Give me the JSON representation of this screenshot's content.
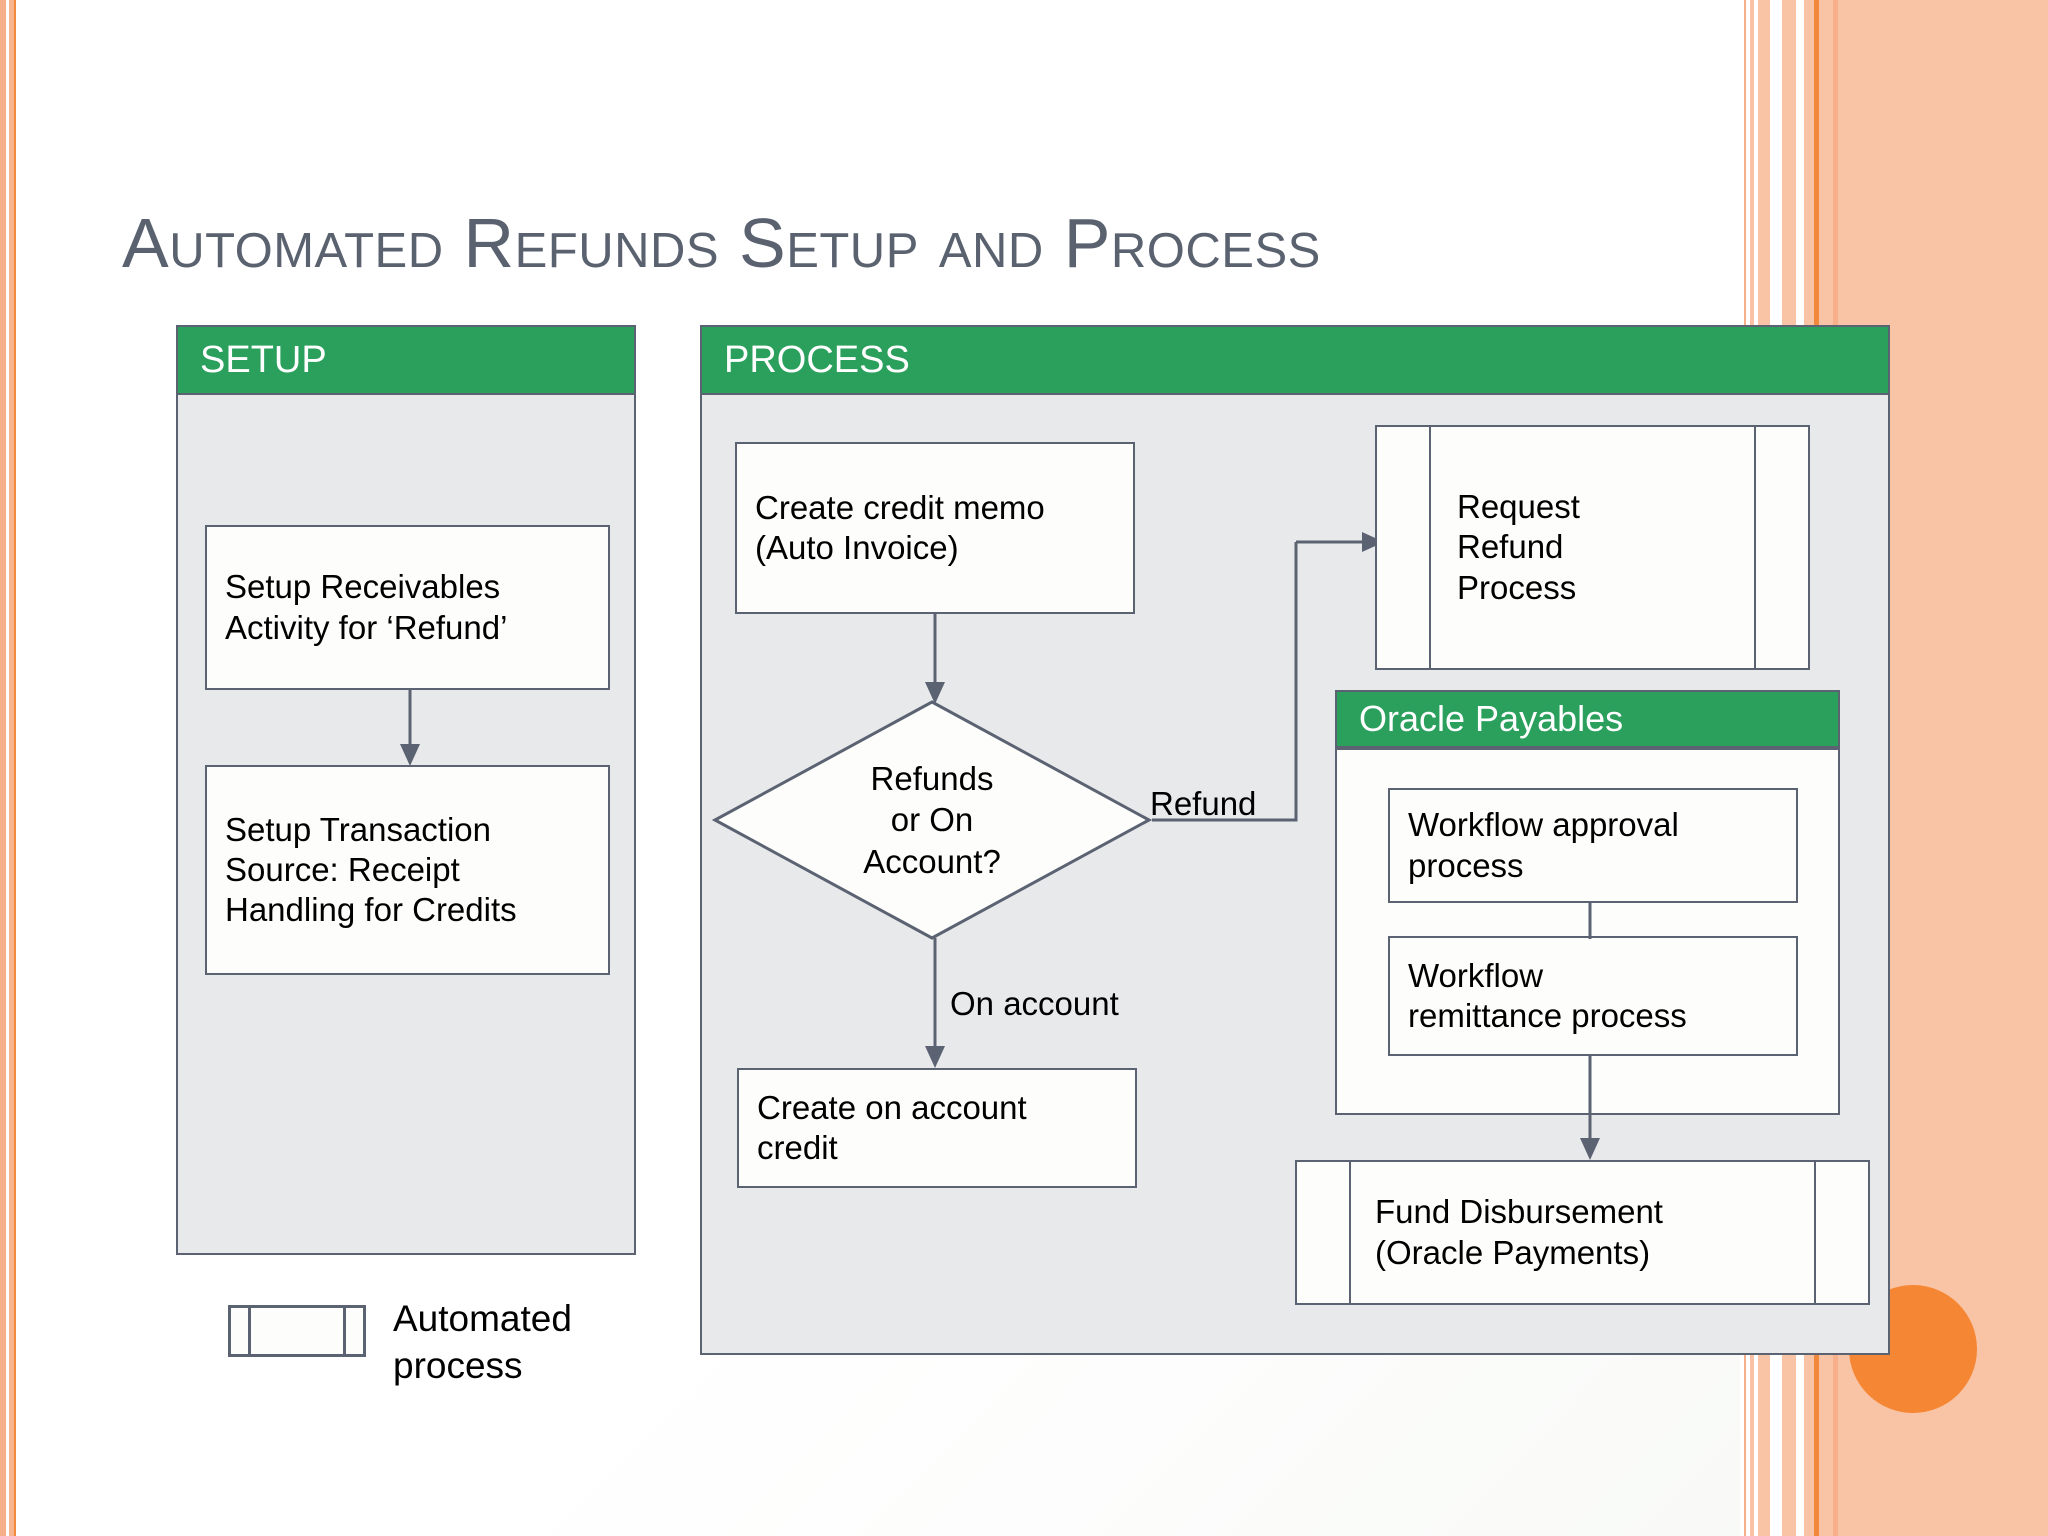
{
  "title": "Automated Refunds Setup and Process",
  "theme": {
    "header_green": "#2ba05d",
    "panel_gray": "#e8e9eb",
    "outline": "#5b6373",
    "title_color": "#5a6270",
    "accent_orange": "#f58634"
  },
  "setup_panel": {
    "header": "SETUP",
    "boxes": [
      {
        "name": "setup-receivables-activity",
        "text": "Setup Receivables\nActivity for ‘Refund’"
      },
      {
        "name": "setup-transaction-source",
        "text": "Setup Transaction\nSource: Receipt\nHandling for Credits"
      }
    ]
  },
  "process_panel": {
    "header": "PROCESS",
    "boxes": {
      "credit_memo": "Create credit memo\n(Auto Invoice)",
      "on_account_credit": "Create on account\ncredit",
      "request_refund_process": "Request\nRefund\nProcess",
      "fund_disbursement": "Fund Disbursement\n(Oracle Payments)"
    },
    "decision": "Refunds\nor On\nAccount?",
    "edge_labels": {
      "refund": "Refund",
      "on_account": "On account"
    },
    "payables": {
      "header": "Oracle Payables",
      "boxes": [
        "Workflow approval\nprocess",
        "Workflow\nremittance process"
      ]
    }
  },
  "legend": {
    "shape": "predefined-process",
    "text": "Automated\nprocess"
  }
}
